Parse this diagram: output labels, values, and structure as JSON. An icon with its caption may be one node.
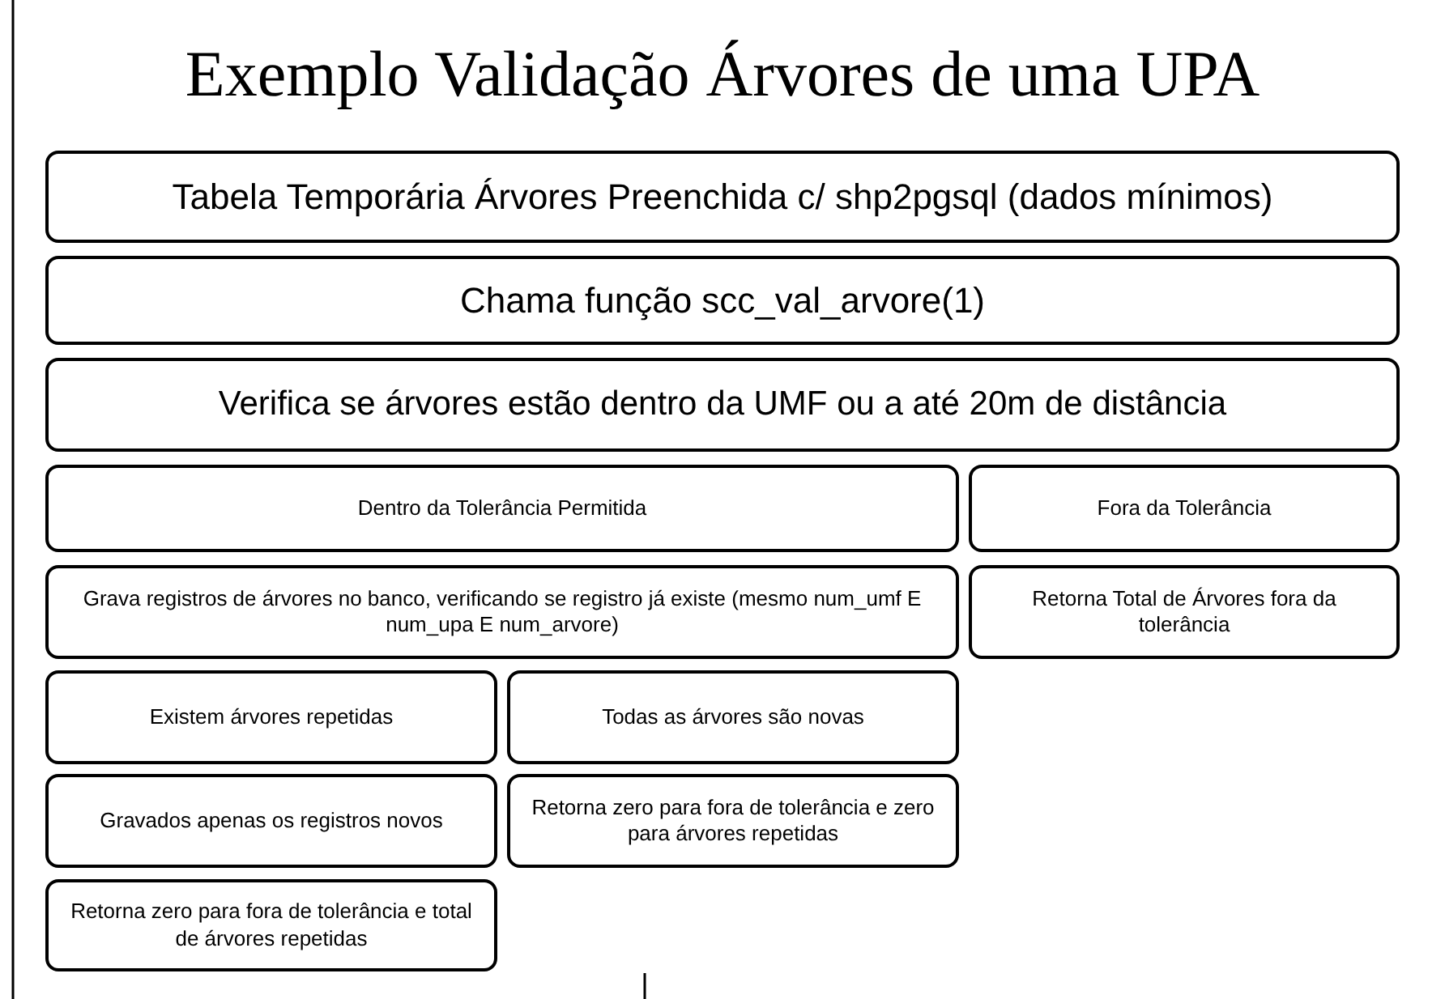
{
  "diagram": {
    "title": "Exemplo Validação Árvores de uma UPA",
    "nodes": [
      {
        "text": [
          "Tabela Temporária Árvores Preenchida c/ shp2pgsql (dados mínimos)"
        ]
      },
      {
        "text": [
          "Chama função scc_val_arvore(1)"
        ]
      },
      {
        "text": [
          "Verifica se árvores estão dentro da UMF ou a até 20m de distância"
        ]
      },
      {
        "text": [
          "Dentro da Tolerância Permitida"
        ]
      },
      {
        "text": [
          "Fora da Tolerância"
        ]
      },
      {
        "text": [
          "Grava registros de árvores no banco, verificando se registro já existe (mesmo num_umf E num_upa E num_arvore)"
        ]
      },
      {
        "text": [
          "Retorna Total de Árvores fora da tolerância"
        ]
      },
      {
        "text": [
          "Existem árvores repetidas"
        ]
      },
      {
        "text": [
          "Todas as árvores são novas"
        ]
      },
      {
        "text": [
          "Gravados apenas os registros novos"
        ]
      },
      {
        "text": [
          "Retorna zero para fora de tolerância e zero para árvores repetidas"
        ]
      },
      {
        "text": [
          "Retorna zero para fora de tolerância e total de árvores repetidas"
        ]
      }
    ]
  }
}
